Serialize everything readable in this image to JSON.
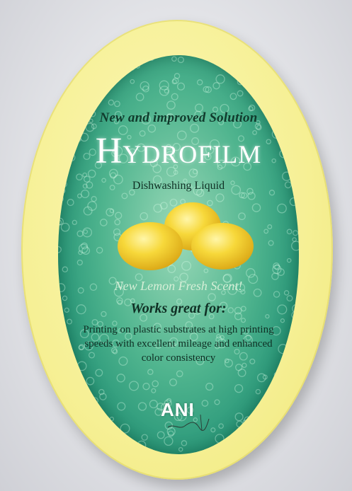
{
  "label": {
    "tagline": "New and improved Solution",
    "brand": "Hydrofilm",
    "product": "Dishwashing Liquid",
    "scent": "New Lemon Fresh Scent!",
    "works_heading": "Works great for:",
    "description": "Printing on plastic substrates at high printing speeds with excellent mileage and enhanced color consistency",
    "logo": "ANI"
  },
  "colors": {
    "outer_yellow": "#f6f095",
    "teal": "#1f8f73",
    "lemon": "#f3cc2b"
  },
  "icons": [
    "lemon-icon",
    "signature-mark"
  ]
}
